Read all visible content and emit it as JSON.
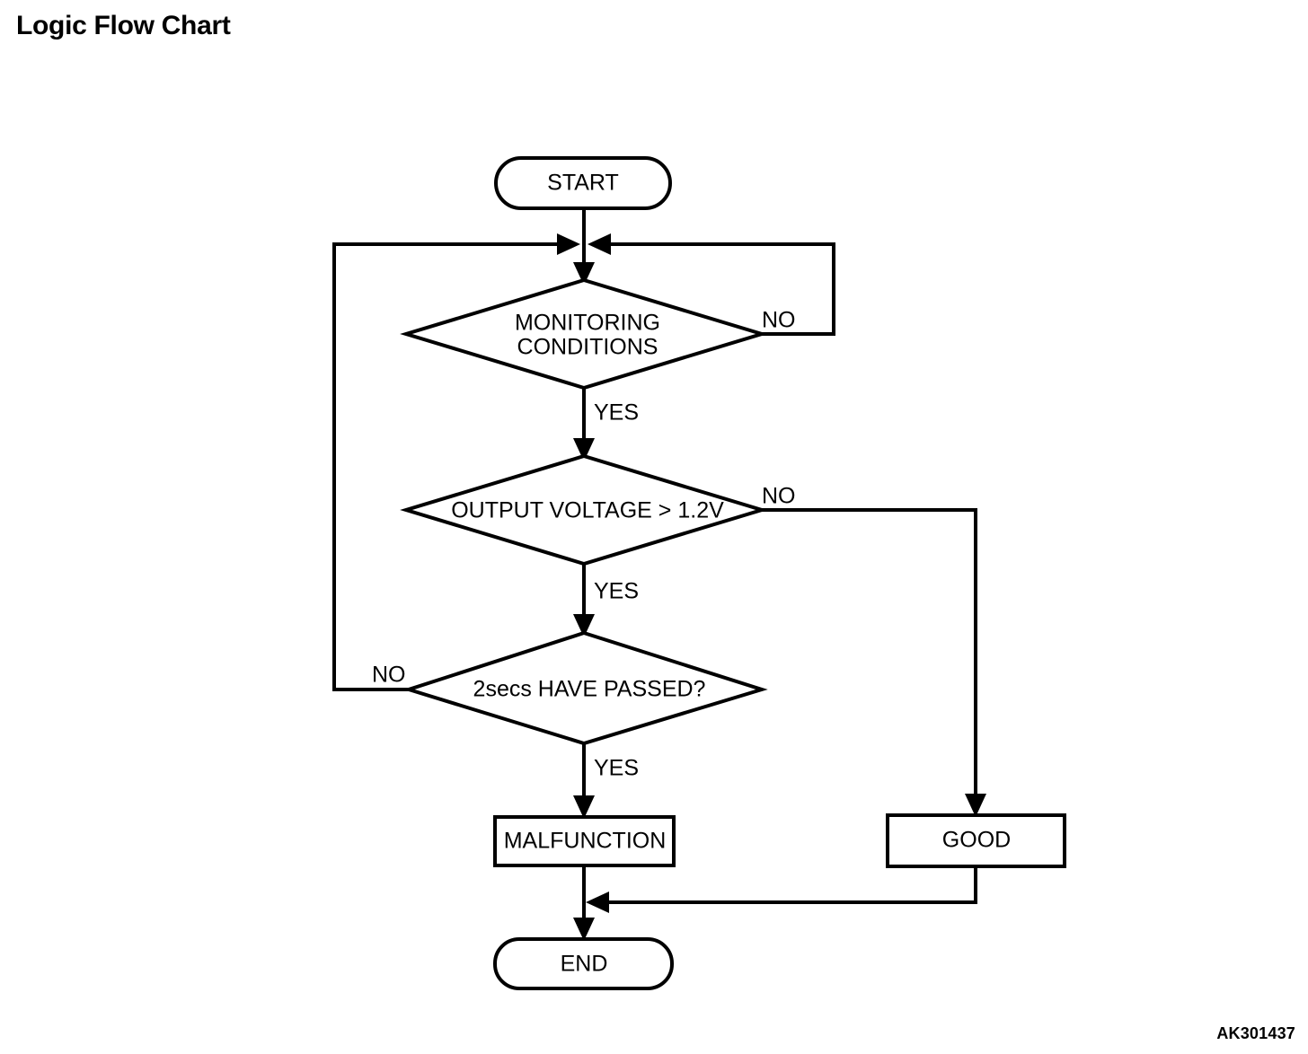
{
  "page": {
    "title": "Logic Flow Chart",
    "watermark": "AK301437"
  },
  "chart_data": {
    "type": "diagram",
    "title": "Logic Flow Chart",
    "diagram_kind": "flowchart",
    "orientation": "top-to-bottom",
    "nodes": [
      {
        "id": "start",
        "shape": "terminator",
        "label": "START"
      },
      {
        "id": "monitoring",
        "shape": "decision",
        "label": "MONITORING CONDITIONS",
        "label_line1": "MONITORING",
        "label_line2": "CONDITIONS"
      },
      {
        "id": "voltage",
        "shape": "decision",
        "label": "OUTPUT VOLTAGE > 1.2V"
      },
      {
        "id": "timer",
        "shape": "decision",
        "label": "2secs HAVE PASSED?"
      },
      {
        "id": "malfunction",
        "shape": "process",
        "label": "MALFUNCTION"
      },
      {
        "id": "good",
        "shape": "process",
        "label": "GOOD"
      },
      {
        "id": "end",
        "shape": "terminator",
        "label": "END"
      }
    ],
    "edges": [
      {
        "from": "start",
        "to": "monitoring",
        "label": ""
      },
      {
        "from": "monitoring",
        "to": "monitoring",
        "label": "NO",
        "route": "right-loop-up"
      },
      {
        "from": "monitoring",
        "to": "voltage",
        "label": "YES"
      },
      {
        "from": "voltage",
        "to": "good",
        "label": "NO",
        "route": "right-down"
      },
      {
        "from": "voltage",
        "to": "timer",
        "label": "YES"
      },
      {
        "from": "timer",
        "to": "monitoring",
        "label": "NO",
        "route": "left-loop-up"
      },
      {
        "from": "timer",
        "to": "malfunction",
        "label": "YES"
      },
      {
        "from": "malfunction",
        "to": "end",
        "label": ""
      },
      {
        "from": "good",
        "to": "end",
        "label": "",
        "route": "down-left-merge"
      }
    ],
    "edge_labels": {
      "monitoring_no": "NO",
      "monitoring_yes": "YES",
      "voltage_no": "NO",
      "voltage_yes": "YES",
      "timer_no": "NO",
      "timer_yes": "YES"
    },
    "colors": {
      "stroke": "#000000",
      "fill": "#ffffff",
      "text": "#000000"
    }
  }
}
